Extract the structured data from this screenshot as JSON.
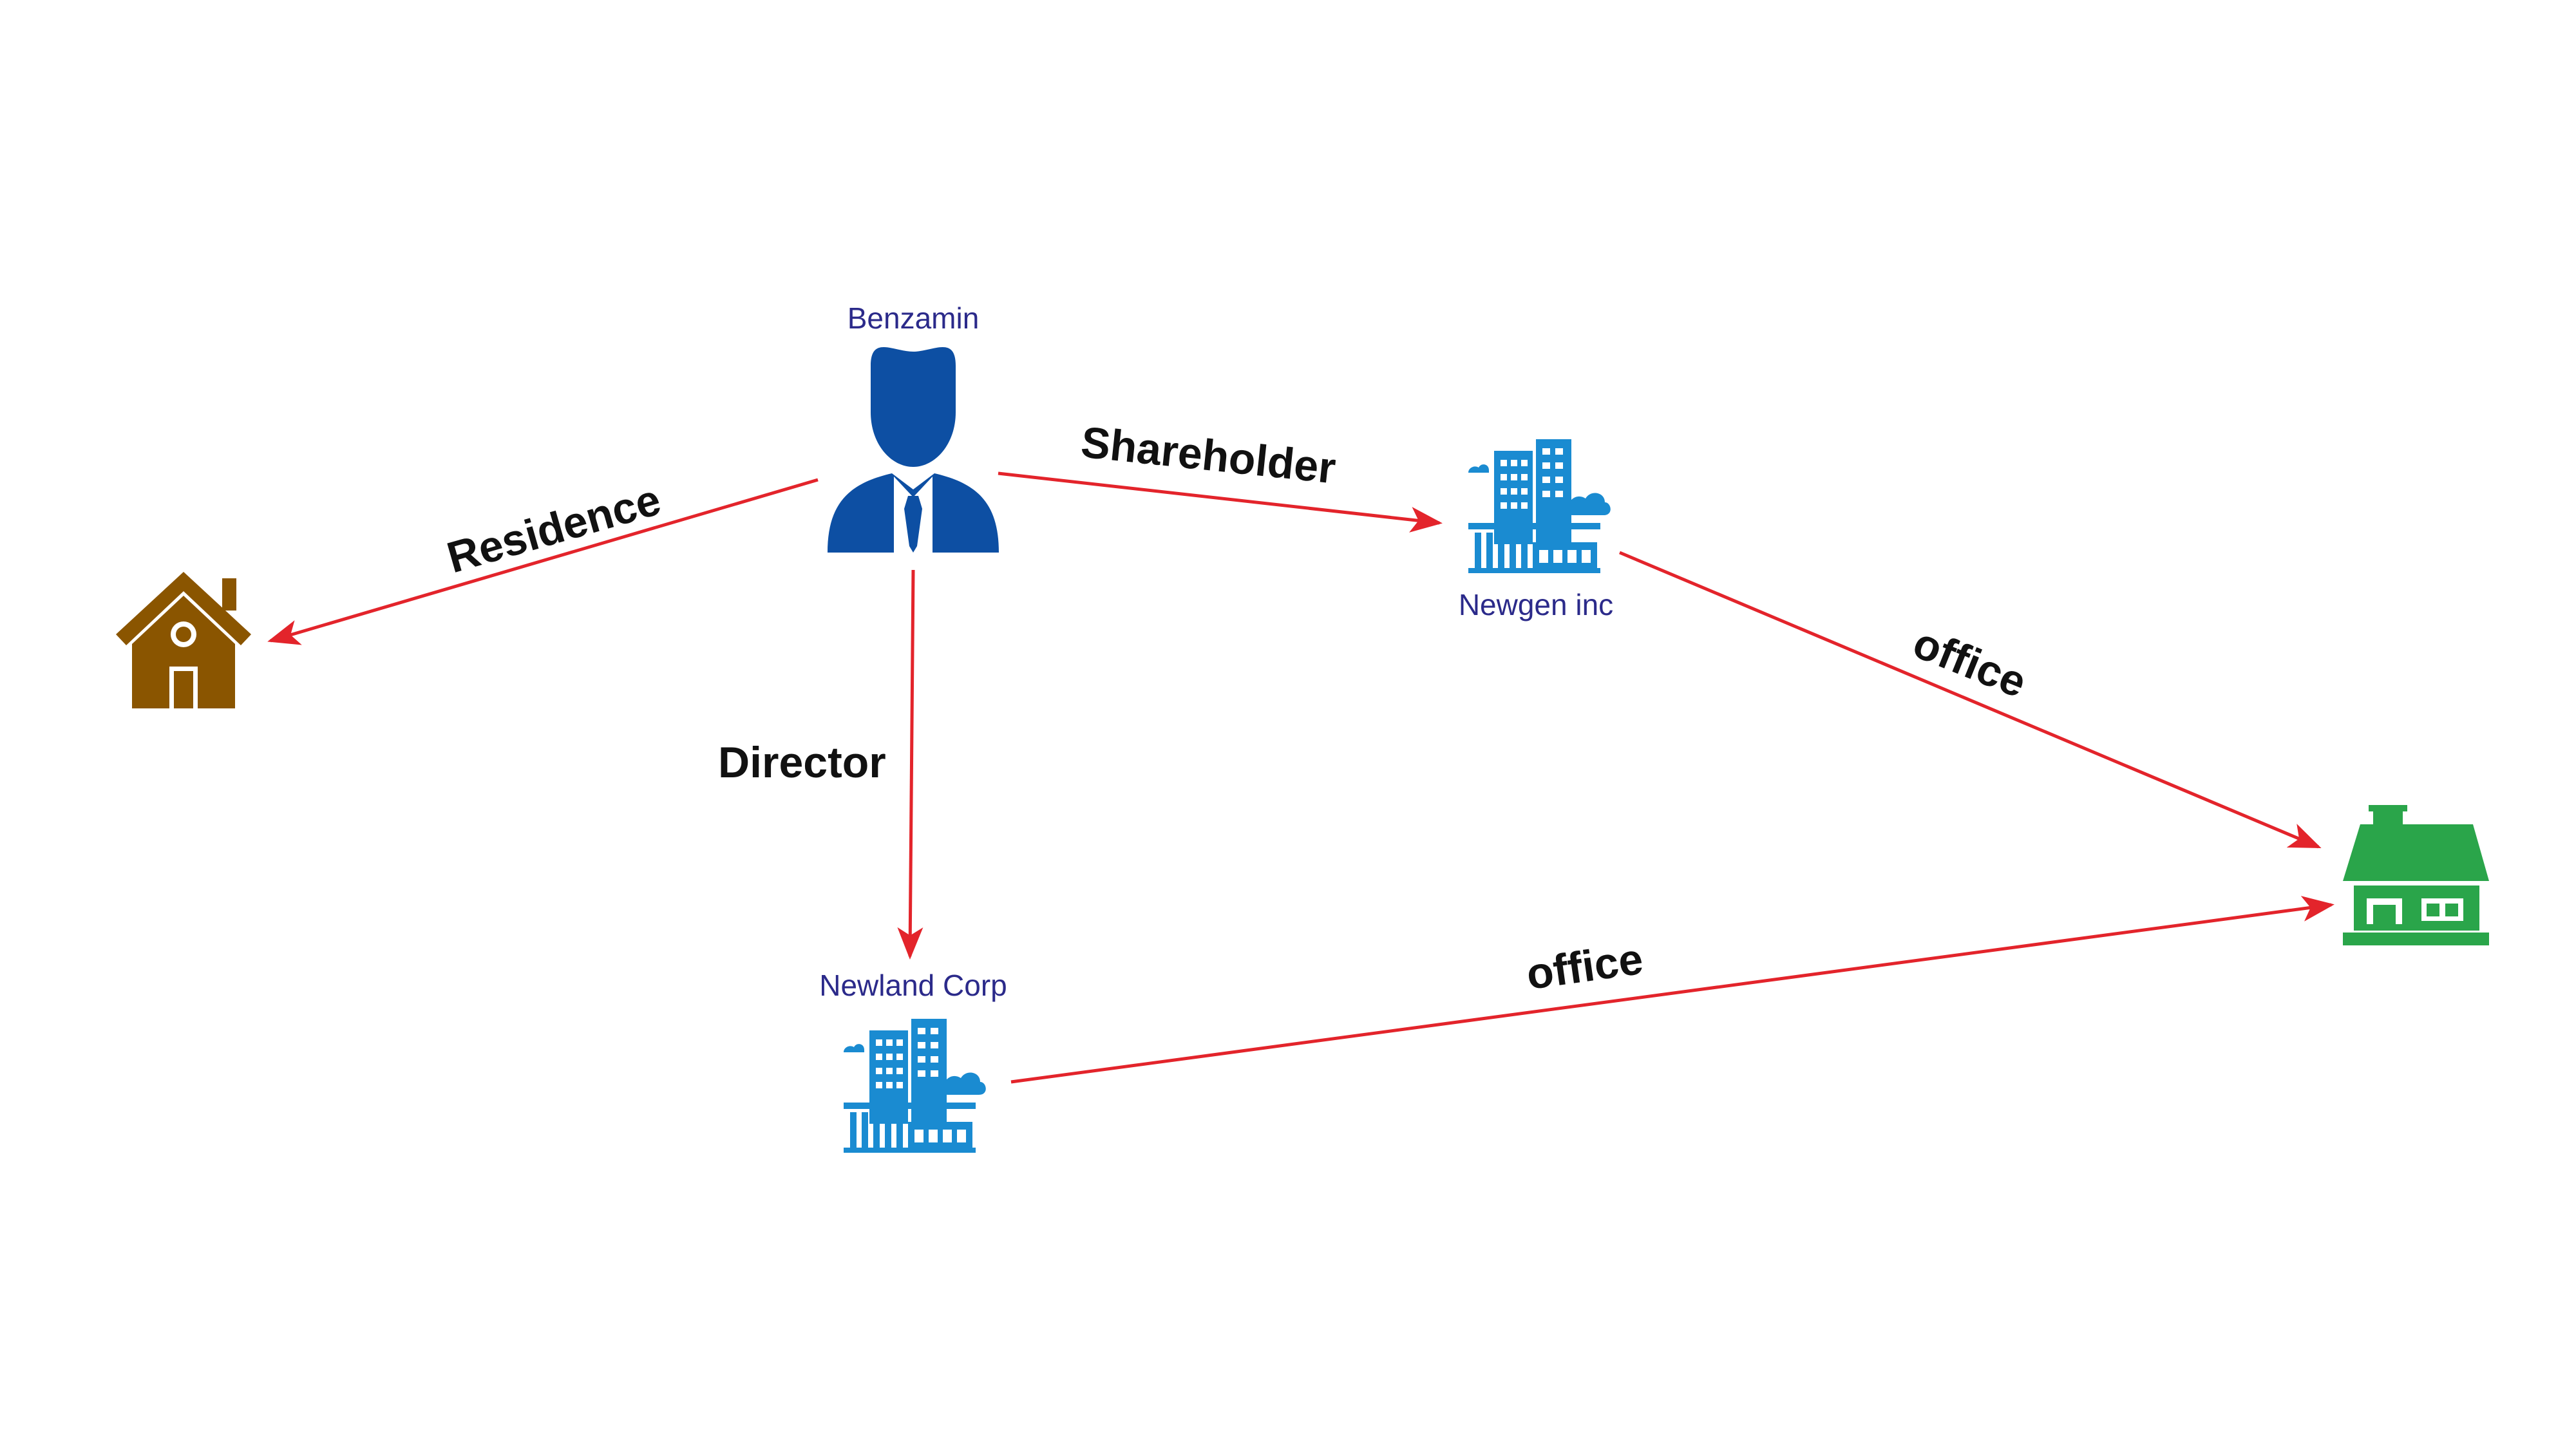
{
  "colors": {
    "person": "#0d4fa3",
    "company": "#1a8bd1",
    "residence": "#8a5500",
    "office": "#2aa54a",
    "edge": "#e3242b",
    "node_label": "#2b2a8a",
    "edge_label": "#111111"
  },
  "nodes": {
    "person": {
      "label": "Benzamin",
      "icon": "person-icon"
    },
    "company_newgen": {
      "label": "Newgen inc",
      "icon": "office-building-icon"
    },
    "company_newland": {
      "label": "Newland Corp",
      "icon": "office-building-icon"
    },
    "residence": {
      "icon": "home-icon"
    },
    "office": {
      "icon": "office-house-icon"
    }
  },
  "edges": {
    "residence": {
      "label": "Residence"
    },
    "shareholder": {
      "label": "Shareholder"
    },
    "director": {
      "label": "Director"
    },
    "office_newgen": {
      "label": "office"
    },
    "office_newland": {
      "label": "office"
    }
  }
}
